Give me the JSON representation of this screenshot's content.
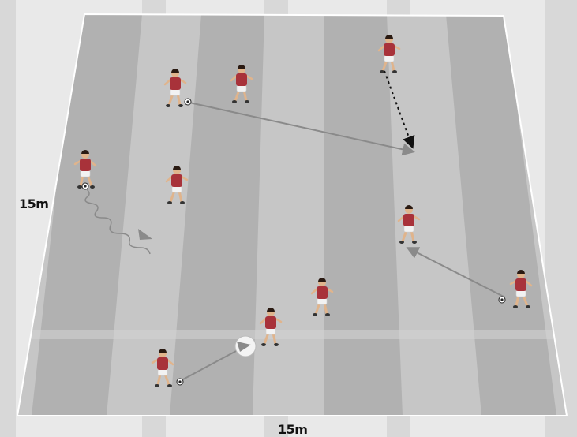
{
  "pitch": {
    "width_label": "15m",
    "height_label": "15m",
    "turf_colors": [
      "#a9a9a9",
      "#c8c8c8"
    ],
    "line_color": "#ffffff"
  },
  "players": [
    {
      "id": "p1",
      "kit": "red",
      "has_ball": true
    },
    {
      "id": "p2",
      "kit": "red",
      "has_ball": false
    },
    {
      "id": "p3",
      "kit": "red",
      "has_ball": false
    },
    {
      "id": "p4",
      "kit": "red",
      "has_ball": true
    },
    {
      "id": "p5",
      "kit": "red",
      "has_ball": false
    },
    {
      "id": "p6",
      "kit": "red",
      "has_ball": false
    },
    {
      "id": "p7",
      "kit": "red",
      "has_ball": true
    },
    {
      "id": "p8",
      "kit": "red",
      "has_ball": false
    },
    {
      "id": "p9",
      "kit": "red",
      "has_ball": false
    },
    {
      "id": "p10",
      "kit": "red",
      "has_ball": true
    }
  ],
  "movements": [
    {
      "type": "pass",
      "style": "solid"
    },
    {
      "type": "run",
      "style": "dotted"
    },
    {
      "type": "dribble",
      "style": "wavy"
    },
    {
      "type": "pass",
      "style": "solid"
    },
    {
      "type": "pass",
      "style": "solid"
    }
  ],
  "colors": {
    "shirt": "#a8323a",
    "shorts": "#f2f2f2",
    "skin": "#e0b48c",
    "hair": "#2a1a12",
    "arrow": "#8a8a8a",
    "dotted_arrow": "#111111"
  }
}
